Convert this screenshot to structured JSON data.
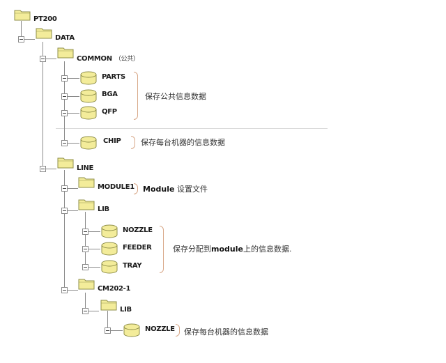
{
  "tree": {
    "root": {
      "label": "PT200"
    },
    "data": {
      "label": "DATA"
    },
    "common": {
      "label": "COMMON",
      "sub": "（公共）"
    },
    "parts": {
      "label": "PARTS"
    },
    "bga": {
      "label": "BGA"
    },
    "qfp": {
      "label": "QFP"
    },
    "chip": {
      "label": "CHIP"
    },
    "line": {
      "label": "LINE"
    },
    "module1": {
      "label": "MODULE1"
    },
    "lib1": {
      "label": "LIB"
    },
    "nozzle1": {
      "label": "NOZZLE"
    },
    "feeder": {
      "label": "FEEDER"
    },
    "tray": {
      "label": "TRAY"
    },
    "cm202": {
      "label": "CM202-1"
    },
    "lib2": {
      "label": "LIB"
    },
    "nozzle2": {
      "label": "NOZZLE"
    }
  },
  "notes": {
    "common_info": "保存公共信息数据",
    "chip_info": "保存每台机器的信息数据",
    "module_bold": "Module",
    "module_rest": " 设置文件",
    "lib_pre": "保存分配到",
    "lib_bold": "module",
    "lib_post": "上的信息数据.",
    "cm_info": "保存每台机器的信息数据"
  },
  "colors": {
    "folder_fill": "#f3ec9a",
    "folder_stroke": "#8f8f4a",
    "line": "#8a8a8a",
    "brace": "#d8a888"
  },
  "icons": {
    "folder": "folder-icon",
    "database": "database-icon",
    "toggle": "collapse-toggle-icon"
  }
}
